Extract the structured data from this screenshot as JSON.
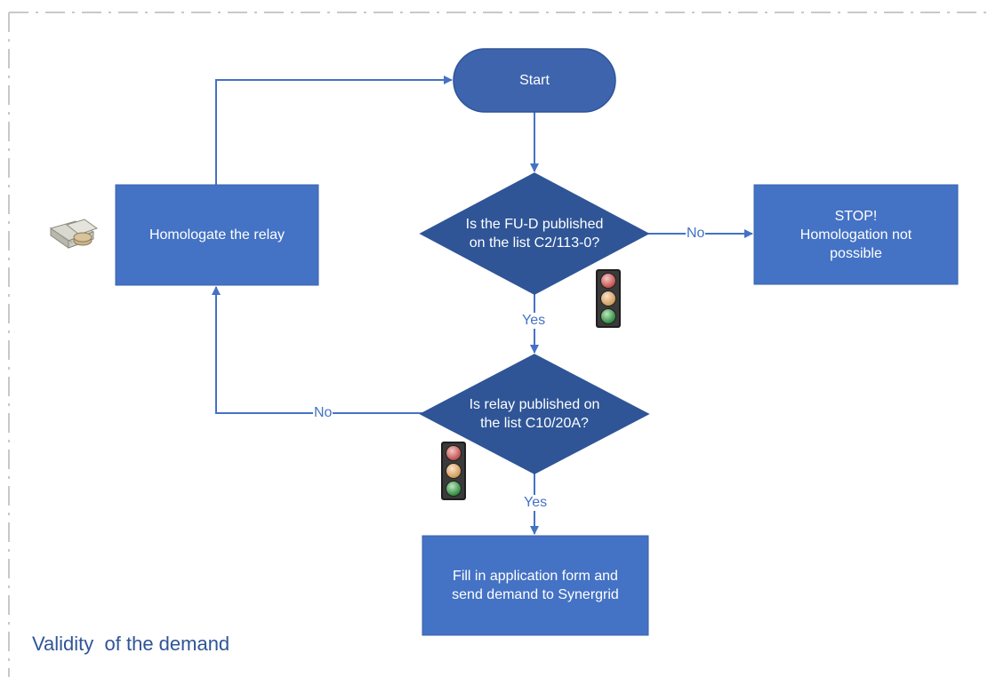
{
  "frame": {
    "title": "Validity  of the demand"
  },
  "nodes": {
    "start": {
      "text": "Start"
    },
    "decision_fud": {
      "text": "Is  the FU-D published\non the list C2/113-0?"
    },
    "stop": {
      "text": "STOP!\nHomologation not\npossible"
    },
    "decision_relay": {
      "text": "Is relay published on\nthe list C10/20A?"
    },
    "homologate": {
      "text": "Homologate the relay"
    },
    "fill_form": {
      "text": "Fill in application form and\nsend demand to Synergrid"
    }
  },
  "edges": {
    "fud_no": "No",
    "fud_yes": "Yes",
    "relay_no": "No",
    "relay_yes": "Yes"
  },
  "icons": {
    "traffic_light_1": "traffic-light-icon",
    "traffic_light_2": "traffic-light-icon",
    "money": "money-stack-icon"
  },
  "colors": {
    "shape_fill": "#4472c4",
    "start_fill": "#3d64ad",
    "decision_fill": "#2f5597",
    "connector": "#4472c4",
    "frame_dash": "#c8c8c8",
    "title": "#2f5597"
  }
}
